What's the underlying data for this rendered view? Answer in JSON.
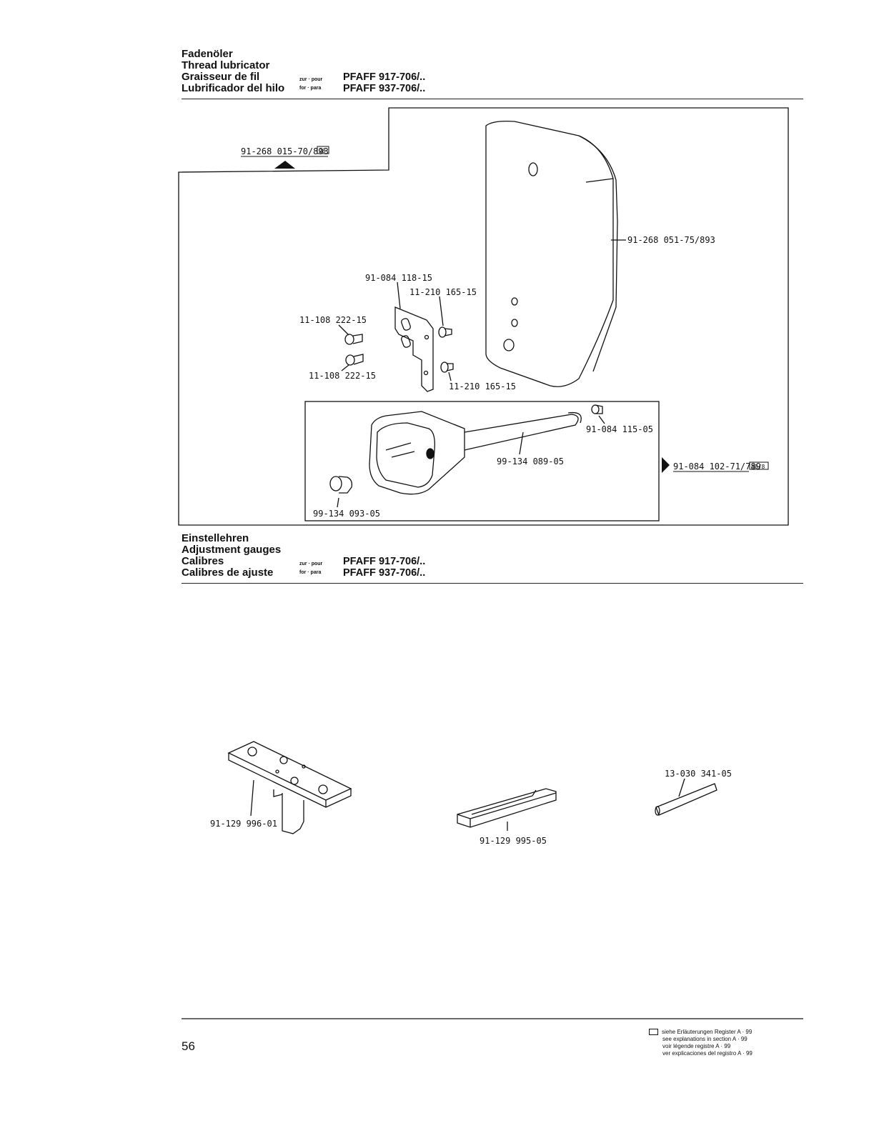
{
  "section1": {
    "titles": [
      "Fadenöler",
      "Thread lubricator",
      "Graisseur de fil",
      "Lubrificador del hilo"
    ],
    "zur_pour": "zur · pour",
    "for_para": "for · para",
    "models": [
      "PFAFF 917-706/..",
      "PFAFF 937-706/.."
    ]
  },
  "section2": {
    "titles": [
      "Einstellehren",
      "Adjustment gauges",
      "Calibres",
      "Calibres de ajuste"
    ],
    "zur_pour": "zur · pour",
    "for_para": "for · para",
    "models": [
      "PFAFF 917-706/..",
      "PFAFF 937-706/.."
    ]
  },
  "parts": {
    "ref_top": "91-268 015-70/893",
    "ref_top_badge": "28",
    "cover": "91-268 051-75/893",
    "bracket": "91-084 118-15",
    "screw_r1": "11-210 165-15",
    "screw_l1": "11-108 222-15",
    "screw_l2": "11-108 222-15",
    "screw_r2": "11-210 165-15",
    "pin_small": "91-084 115-05",
    "oiler": "99-134 089-05",
    "ref_right": "91-084 102-71/789",
    "ref_right_badge": "40/8",
    "knob": "99-134 093-05",
    "gauge1": "91-129 996-01",
    "gauge2": "91-129 995-05",
    "gauge3": "13-030 341-05"
  },
  "footer": {
    "page_number": "56",
    "legend": [
      "siehe Erläuterungen Register",
      "see explanations in section",
      "voir légende registre",
      "ver explicaciones del registro"
    ],
    "legend_codes": [
      "A · 99",
      "A · 99",
      "A · 99",
      "A · 99"
    ]
  }
}
